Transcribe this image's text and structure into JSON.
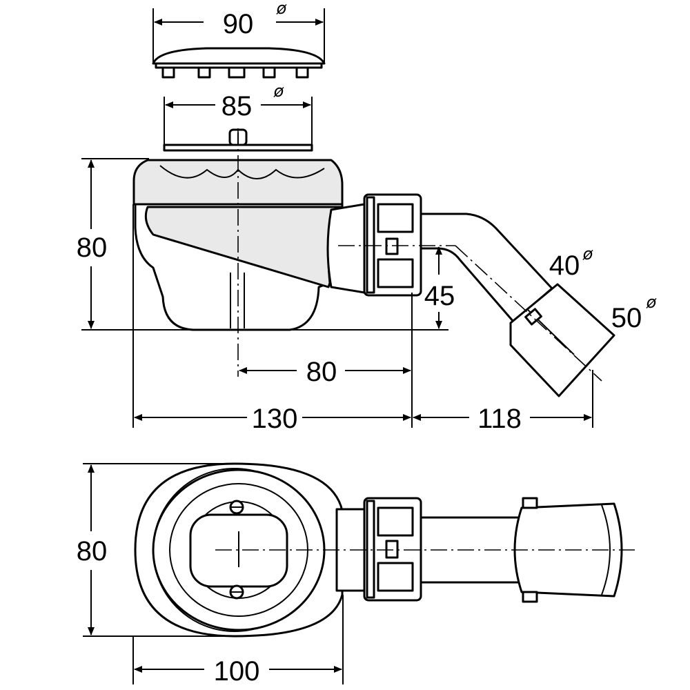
{
  "side_view": {
    "cap_diameter": "90",
    "plate_diameter": "85",
    "body_height": "80",
    "outlet_height": "45",
    "outlet_offset": "80",
    "body_length": "130",
    "pipe_length": "118",
    "outlet_inner": "40",
    "outlet_outer": "50"
  },
  "top_view": {
    "body_depth": "80",
    "body_width": "100"
  },
  "diameter_symbol": "ø"
}
